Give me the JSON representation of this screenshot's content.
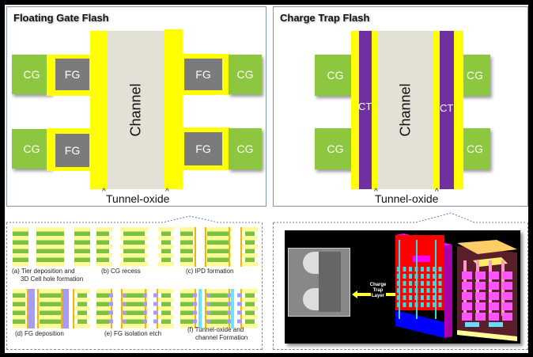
{
  "floating_gate": {
    "title": "Floating Gate Flash",
    "cg_label": "CG",
    "fg_label": "FG",
    "channel_label": "Channel",
    "tunnel_label": "Tunnel-oxide",
    "caret": "^"
  },
  "charge_trap": {
    "title": "Charge Trap Flash",
    "cg_label": "CG",
    "ct_label": "CT",
    "channel_label": "Channel",
    "tunnel_label": "Tunnel-oxide",
    "caret": "^"
  },
  "process_steps": {
    "steps": [
      {
        "label_line1": "(a) Tier deposition and",
        "label_line2": "3D Cell hole formation"
      },
      {
        "label_line1": "(b) CG recess",
        "label_line2": ""
      },
      {
        "label_line1": "(c) IPD formation",
        "label_line2": ""
      },
      {
        "label_line1": "(d) FG deposition",
        "label_line2": ""
      },
      {
        "label_line1": "(e) FG isolation etch",
        "label_line2": ""
      },
      {
        "label_line1": "(f) Tunnel-oxide and",
        "label_line2": "channel Formation"
      }
    ]
  },
  "ctf_images": {
    "annotation_line1": "Charge",
    "annotation_line2": "Trap",
    "annotation_line3": "Layer"
  },
  "colors": {
    "cg": "#8dc63f",
    "oxide": "#ffff00",
    "fg": "#7b7b7b",
    "ct": "#7030a0",
    "channel": "#e3e0d5"
  }
}
